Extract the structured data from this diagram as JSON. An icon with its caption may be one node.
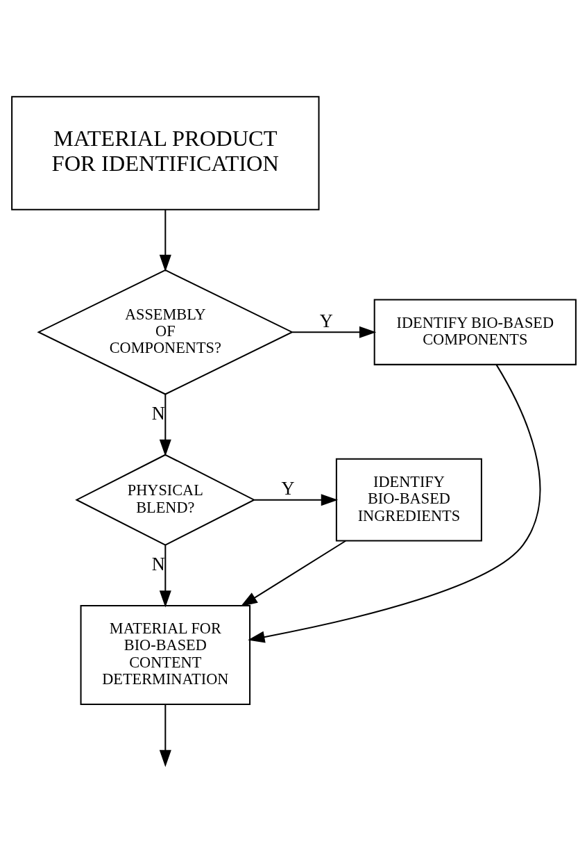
{
  "diagram": {
    "nodes": [
      {
        "text": [
          "MATERIAL PRODUCT FOR IDENTIFICATION"
        ]
      },
      {
        "text": [
          "ASSEMBLY OF COMPONENTS?"
        ]
      },
      {
        "text": [
          "IDENTIFY BIO-BASED COMPONENTS"
        ]
      },
      {
        "text": [
          "PHYSICAL BLEND?"
        ]
      },
      {
        "text": [
          "IDENTIFY BIO-BASED INGREDIENTS"
        ]
      },
      {
        "text": [
          "MATERIAL FOR BIO-BASED CONTENT DETERMINATION"
        ]
      }
    ],
    "edges": [
      {
        "from": 0,
        "to": 1,
        "arrow": "to"
      },
      {
        "from": 1,
        "to": 2,
        "arrow": "to",
        "label": "Y"
      },
      {
        "from": 1,
        "to": 3,
        "arrow": "to",
        "label": "N"
      },
      {
        "from": 3,
        "to": 4,
        "arrow": "to",
        "label": "Y"
      },
      {
        "from": 3,
        "to": 5,
        "arrow": "to",
        "label": "N"
      },
      {
        "from": 2,
        "to": 5,
        "arrow": "to"
      },
      {
        "from": 4,
        "to": 5,
        "arrow": "to"
      },
      {
        "from": 5,
        "to": null,
        "arrow": "to"
      }
    ]
  }
}
